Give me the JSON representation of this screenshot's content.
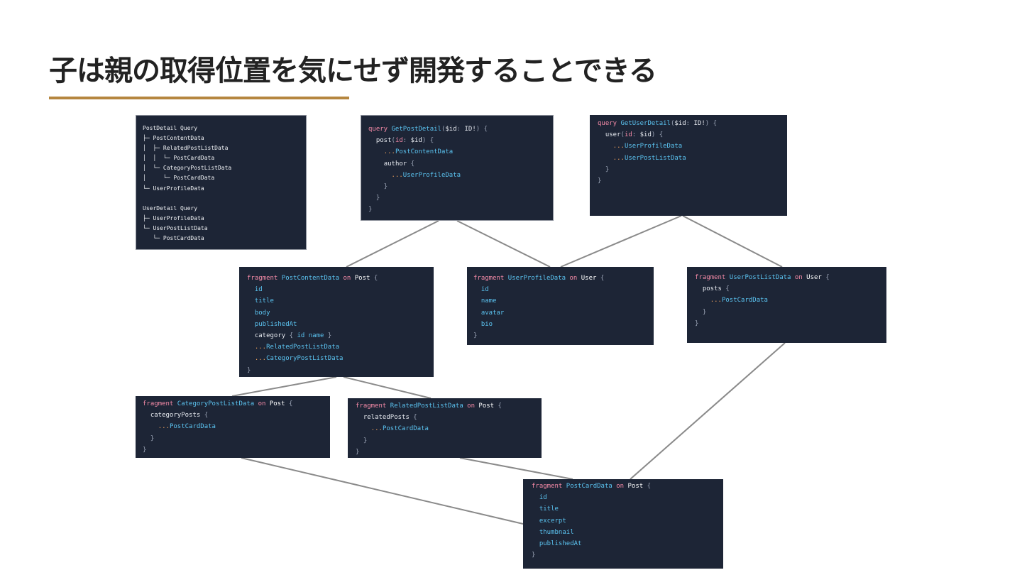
{
  "slide": {
    "title": "子は親の取得位置を気にせず開発することできる"
  },
  "colors": {
    "accent_underline": "#b5863f",
    "card_background": "#1d2536",
    "connector": "#8a8a8a",
    "keyword": "#f48aa7",
    "name": "#5bc3f0",
    "spread": "#f0a35e"
  },
  "tree": {
    "lines": [
      "PostDetail Query",
      "├─ PostContentData",
      "│  ├─ RelatedPostListData",
      "│  │  └─ PostCardData",
      "│  └─ CategoryPostListData",
      "│     └─ PostCardData",
      "└─ UserProfileData",
      "",
      "UserDetail Query",
      "├─ UserProfileData",
      "└─ UserPostListData",
      "   └─ PostCardData"
    ]
  },
  "queries": {
    "post_detail": {
      "keyword": "query",
      "name": "GetPostDetail",
      "var": "$id",
      "var_type": "ID!",
      "root_field": "post",
      "arg_name": "id",
      "arg_value": "$id",
      "spread_content": "PostContentData",
      "author_field": "author",
      "spread_profile": "UserProfileData"
    },
    "user_detail": {
      "keyword": "query",
      "name": "GetUserDetail",
      "var": "$id",
      "var_type": "ID!",
      "root_field": "user",
      "arg_name": "id",
      "arg_value": "$id",
      "spread_profile": "UserProfileData",
      "spread_postlist": "UserPostListData"
    }
  },
  "fragments": {
    "post_content": {
      "keyword": "fragment",
      "name": "PostContentData",
      "on": "on",
      "type": "Post",
      "fields": [
        "id",
        "title",
        "body",
        "publishedAt"
      ],
      "category_field": "category",
      "category_subfields": "id name",
      "spread_related": "RelatedPostListData",
      "spread_category": "CategoryPostListData"
    },
    "user_profile": {
      "keyword": "fragment",
      "name": "UserProfileData",
      "on": "on",
      "type": "User",
      "fields": [
        "id",
        "name",
        "avatar",
        "bio"
      ]
    },
    "user_post_list": {
      "keyword": "fragment",
      "name": "UserPostListData",
      "on": "on",
      "type": "User",
      "list_field": "posts",
      "spread": "PostCardData"
    },
    "category_post_list": {
      "keyword": "fragment",
      "name": "CategoryPostListData",
      "on": "on",
      "type": "Post",
      "list_field": "categoryPosts",
      "spread": "PostCardData"
    },
    "related_post_list": {
      "keyword": "fragment",
      "name": "RelatedPostListData",
      "on": "on",
      "type": "Post",
      "list_field": "relatedPosts",
      "spread": "PostCardData"
    },
    "post_card": {
      "keyword": "fragment",
      "name": "PostCardData",
      "on": "on",
      "type": "Post",
      "fields": [
        "id",
        "title",
        "excerpt",
        "thumbnail",
        "publishedAt"
      ]
    }
  }
}
